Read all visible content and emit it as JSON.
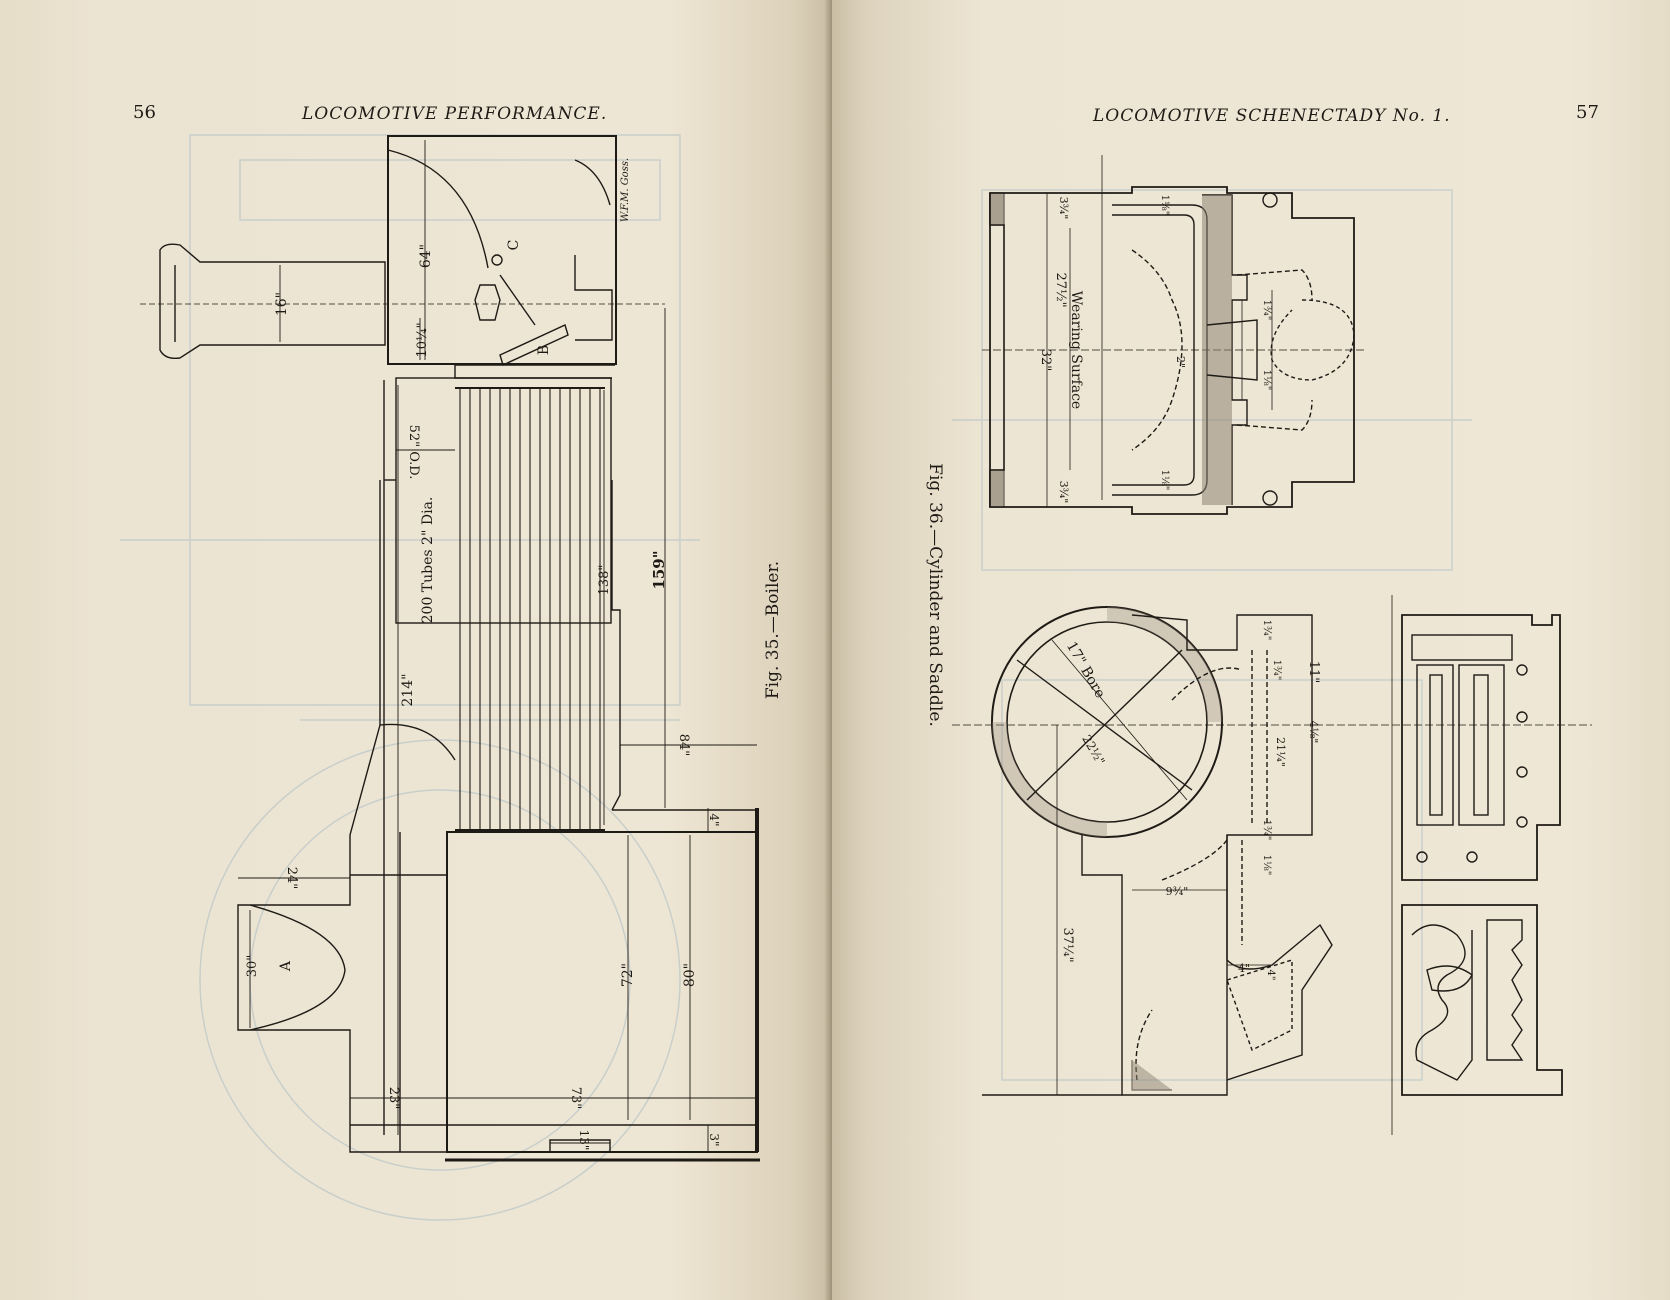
{
  "left_page": {
    "page_number": "56",
    "running_head": "LOCOMOTIVE PERFORMANCE.",
    "figure_caption": "Fig. 35.—Boiler.",
    "draftsman_signature": "W.F.M. Goss.",
    "labels": {
      "stack_dia": "16\"",
      "smokebox_height": "64\"",
      "nozzle_height": "10¼\"",
      "tube_od": "52\" O.D.",
      "tubes_spec": "200 Tubes 2\" Dia.",
      "barrel_length": "214\"",
      "tube_length": "138\"",
      "overall_159": "159\"",
      "firebox_dim_84": "84\"",
      "dim_4": "4\"",
      "dim_24": "24\"",
      "point_a": "A",
      "dim_30": "30\"",
      "dim_72": "72\"",
      "dim_80": "80\"",
      "dim_23": "23\"",
      "dim_73": "73\"",
      "dim_13": "13\"",
      "dim_3": "3\"",
      "point_b": "B",
      "point_c": "C"
    }
  },
  "right_page": {
    "page_number": "57",
    "running_head": "LOCOMOTIVE SCHENECTADY No. 1.",
    "figure_caption": "Fig. 36.—Cylinder and Saddle.",
    "labels": {
      "dim_top_left": "3¾\"",
      "dim_27": "27½\"",
      "dim_32": "32\"",
      "wearing_surface": "Wearing Surface",
      "dim_bottom_left": "3¾\"",
      "dim_1a": "1⅛\"",
      "dim_1b": "1⅛\"",
      "dim_1c": "1¾\"",
      "dim_1d": "1⅛\"",
      "dim_2": "2\"",
      "bore": "17\" Bore",
      "dim_22": "22½\"",
      "dim_37": "37¼\"",
      "dim_11": "11\"",
      "dim_4_1": "4⅛\"",
      "dim_21": "21¼\"",
      "dim_1e": "1¾\"",
      "dim_1f": "1¾\"",
      "dim_1g": "1¾\"",
      "dim_9": "9¾\"",
      "dim_4": "4\"",
      "dim_4b": "4\"",
      "dim_1h": "1⅛\""
    }
  },
  "colors": {
    "paper": "#ece4d1",
    "ink": "#1e1a15",
    "bleed_through": "#b9c6c8"
  }
}
